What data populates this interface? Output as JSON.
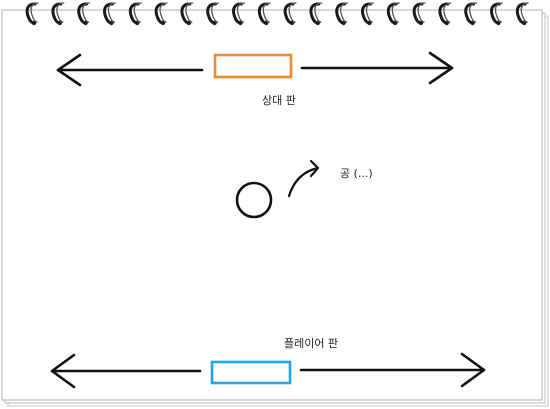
{
  "labels": {
    "opponent_paddle": "상대 판",
    "ball": "공 (...)",
    "player_paddle": "플레이어 판"
  },
  "colors": {
    "opponent_paddle": "#f08a24",
    "player_paddle": "#1ea7e8",
    "line": "#111111",
    "paper": "#ffffff",
    "paper_edge": "#b8b8b8"
  },
  "icons": {
    "binding": "spiral-ring-icon",
    "left_arrow": "arrow-left-icon",
    "right_arrow": "arrow-right-icon",
    "motion_arrow": "curved-arrow-icon"
  }
}
